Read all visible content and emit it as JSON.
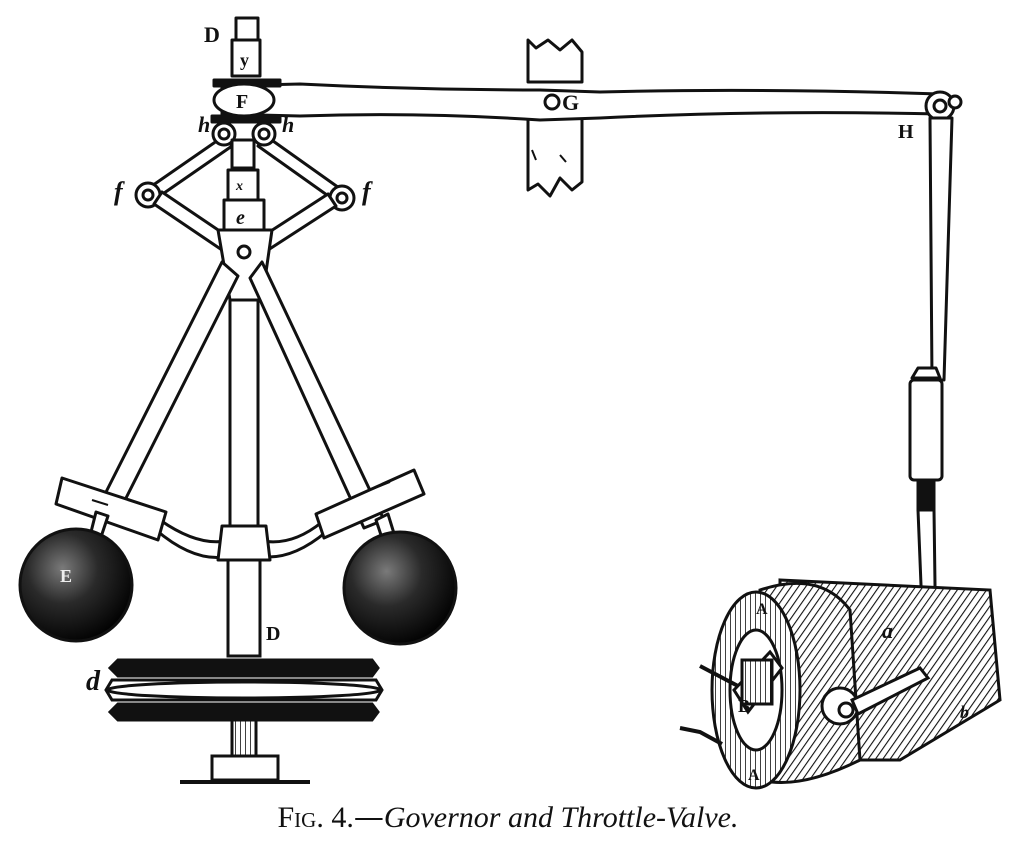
{
  "figure": {
    "labels": {
      "D_top": "D",
      "y_top": "y",
      "F": "F",
      "G": "G",
      "H": "H",
      "h_left": "h",
      "h_right": "h",
      "f_left": "f",
      "f_right": "f",
      "e": "e",
      "x": "x",
      "E": "E",
      "D_mid": "D",
      "d": "d",
      "a": "a",
      "B": "B",
      "A_top": "A",
      "A_bottom": "A",
      "b": "b"
    },
    "colors": {
      "ink": "#111111",
      "paper": "#ffffff"
    }
  },
  "caption": {
    "number": "Fig. 4.",
    "separator": "—",
    "title": "Governor and Throttle-Valve."
  }
}
